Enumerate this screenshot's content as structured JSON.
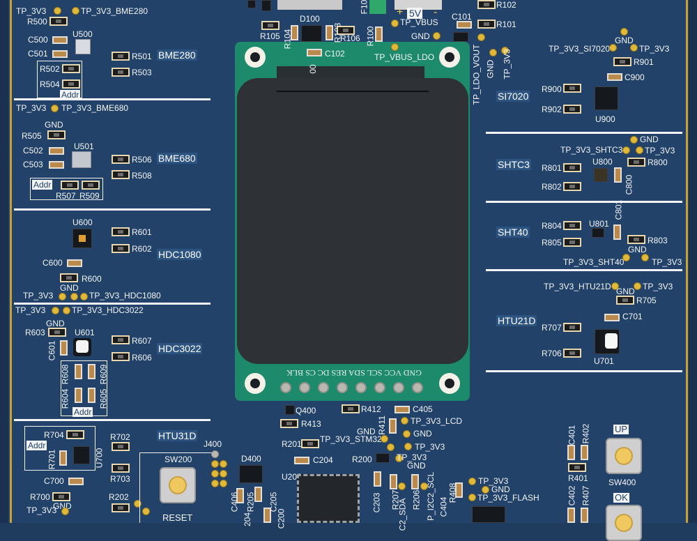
{
  "board": {
    "sections": {
      "bme280": "BME280",
      "bme680": "BME680",
      "hdc1080": "HDC1080",
      "hdc3022": "HDC3022",
      "htu31d": "HTU31D",
      "si7020": "SI7020",
      "shtc3": "SHTC3",
      "sht40": "SHT40",
      "htu21d": "HTU21D"
    },
    "testpoints": {
      "tp3v3": "TP_3V3",
      "tp3v3_bme280": "TP_3V3_BME280",
      "tp3v3_bme680": "TP_3V3_BME680",
      "tp3v3_hdc1080": "TP_3V3_HDC1080",
      "tp3v3_hdc3022": "TP_3V3_HDC3022",
      "tp3v3_si7020": "TP_3V3_SI7020",
      "tp3v3_shtc3": "TP_3V3_SHTC3",
      "tp3v3_sht40": "TP_3V3_SHT40",
      "tp3v3_htu21d": "TP_3V3_HTU21D",
      "tp_vbus": "TP_VBUS",
      "tp_vbus_ldo": "TP_VBUS_LDO",
      "tp_ldo_vout": "TP_LDO_VOUT",
      "tp3v3_lcd": "TP_3V3_LCD",
      "tp3v3_stm32": "TP_3V3_STM32",
      "tp3v3_flash": "TP_3V3_FLASH",
      "tp_i2c2_scl": "P_I2C2_SCL",
      "tp_i2c2_sda": "C2_SDA",
      "gnd": "GND"
    },
    "components": {
      "r500": "R500",
      "c500": "C500",
      "c501": "C501",
      "u500": "U500",
      "r501": "R501",
      "r503": "R503",
      "r502": "R502",
      "r504": "R504",
      "addr": "Addr",
      "r505": "R505",
      "c502": "C502",
      "c503": "C503",
      "u501": "U501",
      "r506": "R506",
      "r508": "R508",
      "r507": "R507",
      "r509": "R509",
      "u600": "U600",
      "r601": "R601",
      "r602": "R602",
      "c600": "C600",
      "r600": "R600",
      "r603": "R603",
      "c601": "C601",
      "u601": "U601",
      "r607": "R607",
      "r606": "R606",
      "r608": "R608",
      "r609": "R609",
      "r604": "R604",
      "r605": "R605",
      "r704": "R704",
      "r701": "R701",
      "u700": "U700",
      "r702": "R702",
      "r703": "R703",
      "c700": "C700",
      "r700": "R700",
      "r202": "R202",
      "j400": "J400",
      "sw200": "SW200",
      "reset": "RESET",
      "r105": "R105",
      "r104": "R104",
      "d100": "D100",
      "r103": "R103",
      "r106": "R106",
      "c102": "C102",
      "r100": "R100",
      "f10": "F10",
      "v5": "5V",
      "plus": "+",
      "minus": "-",
      "c101": "C101",
      "r102": "R102",
      "r101": "R101",
      "r901": "R901",
      "c900": "C900",
      "r900": "R900",
      "r902": "R902",
      "u900": "U900",
      "r801": "R801",
      "r802": "R802",
      "u800": "U800",
      "c800": "C800",
      "r800": "R800",
      "c801": "C801",
      "r804": "R804",
      "r805": "R805",
      "u801": "U801",
      "r803": "R803",
      "r705": "R705",
      "c701": "C701",
      "r707": "R707",
      "r706": "R706",
      "u701": "U701",
      "q400": "Q400",
      "r413": "R413",
      "r412": "R412",
      "c405": "C405",
      "r411": "R411",
      "r201": "R201",
      "r200": "R200",
      "c204": "C204",
      "d400": "D400",
      "u200": "U200",
      "c406": "C406",
      "r205": "R205",
      "c205": "C205",
      "c203": "C203",
      "r207": "R207",
      "r206": "R206",
      "r204": "204",
      "c200": "C200",
      "c404": "C404",
      "r408": "R408",
      "c401": "C401",
      "r402": "R402",
      "r401": "R401",
      "sw400": "SW400",
      "up": "UP",
      "c402": "C402",
      "r407": "R407",
      "ok": "OK",
      "l00": "00"
    },
    "lcd_pins": "GND VCC SCL SDA RES DC CS BLK"
  }
}
